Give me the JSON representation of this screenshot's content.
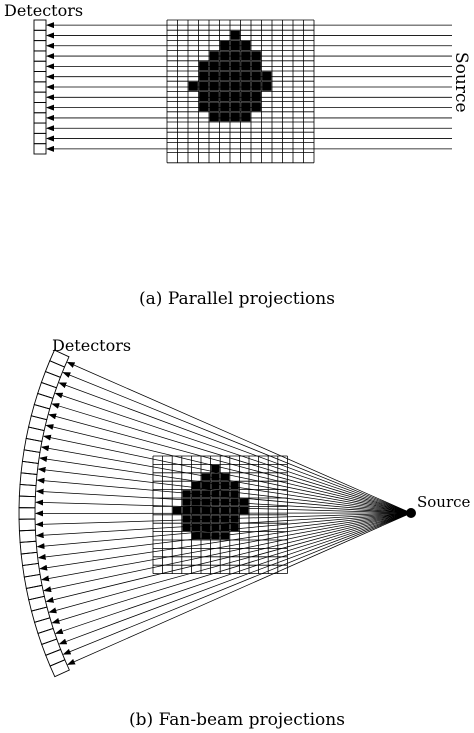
{
  "panel_a": {
    "detectors_label": "Detectors",
    "source_label": "Source",
    "caption": "(a) Parallel projections"
  },
  "panel_b": {
    "detectors_label": "Detectors",
    "source_label": "Source",
    "caption": "(b) Fan-beam projections"
  },
  "colors": {
    "ink": "#000000",
    "background": "#ffffff"
  }
}
